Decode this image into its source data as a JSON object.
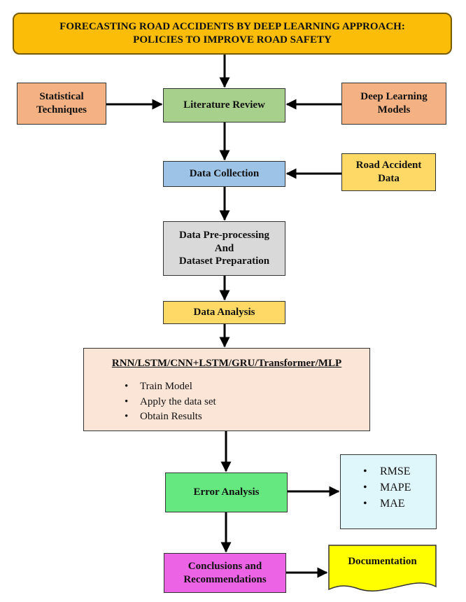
{
  "title": {
    "line1": "FORECASTING ROAD ACCIDENTS BY DEEP LEARNING APPROACH:",
    "line2": "POLICIES TO IMPROVE ROAD SAFETY"
  },
  "nodes": {
    "statistical": {
      "line1": "Statistical",
      "line2": "Techniques"
    },
    "literature": "Literature Review",
    "deep_learning": {
      "line1": "Deep Learning",
      "line2": "Models"
    },
    "data_collection": "Data Collection",
    "road_accident": {
      "line1": "Road Accident",
      "line2": "Data"
    },
    "preprocessing": {
      "line1": "Data Pre-processing",
      "line2": "And",
      "line3": "Dataset Preparation"
    },
    "data_analysis": "Data Analysis",
    "models": {
      "title": "RNN/LSTM/CNN+LSTM/GRU/Transformer/MLP",
      "steps": [
        "Train Model",
        "Apply the data set",
        "Obtain Results"
      ]
    },
    "error_analysis": "Error Analysis",
    "metrics": [
      "RMSE",
      "MAPE",
      "MAE"
    ],
    "conclusions": {
      "line1": "Conclusions and",
      "line2": "Recommendations"
    },
    "documentation": "Documentation"
  },
  "colors": {
    "title": "#fbbd08",
    "literature": "#a8d08d",
    "side_orange": "#f4b183",
    "data_collection": "#9dc3e6",
    "yellow": "#ffd966",
    "preprocessing": "#d9d9d9",
    "models": "#fbe5d6",
    "error_analysis": "#66e880",
    "metrics": "#dff6fb",
    "conclusions": "#ec63e6",
    "documentation": "#ffff00"
  }
}
